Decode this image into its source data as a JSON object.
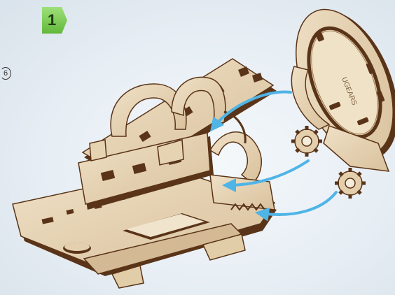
{
  "step": {
    "number": "1"
  },
  "marker": {
    "label": "6"
  },
  "disc": {
    "logo_text": "UGEARS"
  },
  "colors": {
    "wood_light": "#e9d6b8",
    "wood_mid": "#d7bf99",
    "wood_edge": "#5a3418",
    "arrow": "#4fb4e6",
    "badge": "#6cc04a"
  }
}
